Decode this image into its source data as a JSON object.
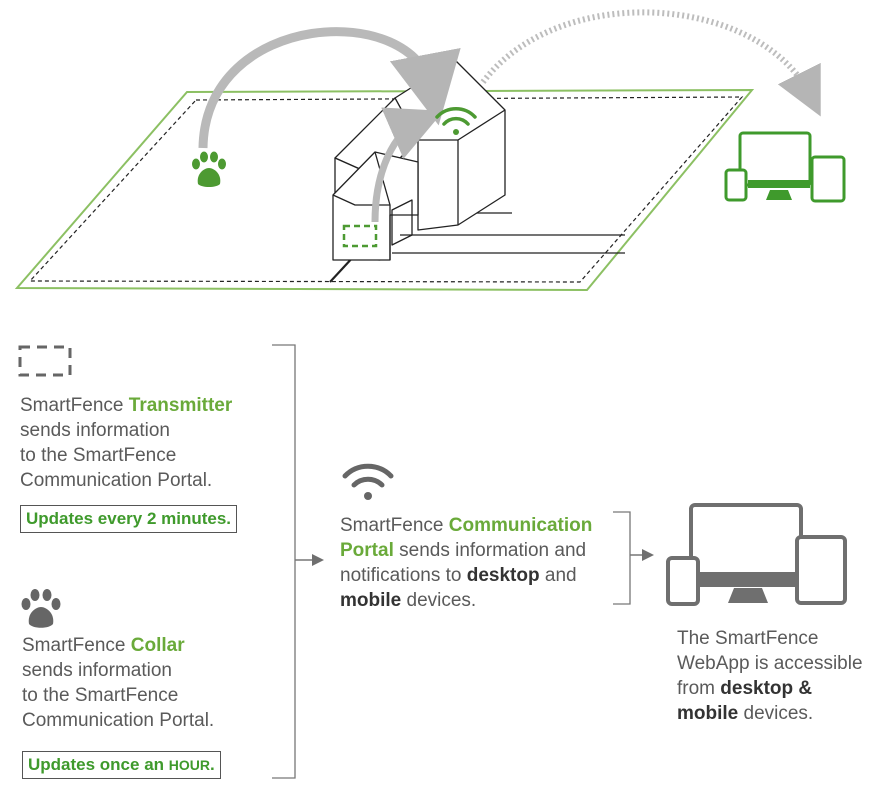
{
  "colors": {
    "green": "#6aaa3a",
    "dark_green": "#3f9a2c",
    "gray": "#6f6f6f",
    "light_gray": "#b8b8b8",
    "text": "#5a5a5a"
  },
  "icons": [
    "transmitter-icon",
    "paw-icon",
    "wifi-icon",
    "devices-icon",
    "house-illustration",
    "yard-boundary"
  ],
  "transmitter": {
    "line1_prefix": "SmartFence ",
    "line1_highlight": "Transmitter",
    "line2": "sends information",
    "line3": "to the SmartFence",
    "line4": "Communication Portal.",
    "update": "Updates every 2 minutes."
  },
  "collar": {
    "line1_prefix": "SmartFence ",
    "line1_highlight": "Collar",
    "line2": "sends information",
    "line3": "to the SmartFence",
    "line4": "Communication Portal.",
    "update_prefix": "Updates once an ",
    "update_caps": "HOUR",
    "update_suffix": "."
  },
  "portal": {
    "line1_prefix": "SmartFence ",
    "line1_highlight": "Communication",
    "line2_highlight": "Portal",
    "line2_rest": " sends information and",
    "line3_prefix": "notifications to ",
    "line3_bold": "desktop",
    "line3_suffix": " and",
    "line4_bold": "mobile",
    "line4_suffix": " devices."
  },
  "webapp": {
    "line1": "The SmartFence",
    "line2": "WebApp is accessible",
    "line3_prefix": "from ",
    "line3_bold": "desktop &",
    "line4_bold": "mobile",
    "line4_suffix": " devices."
  }
}
